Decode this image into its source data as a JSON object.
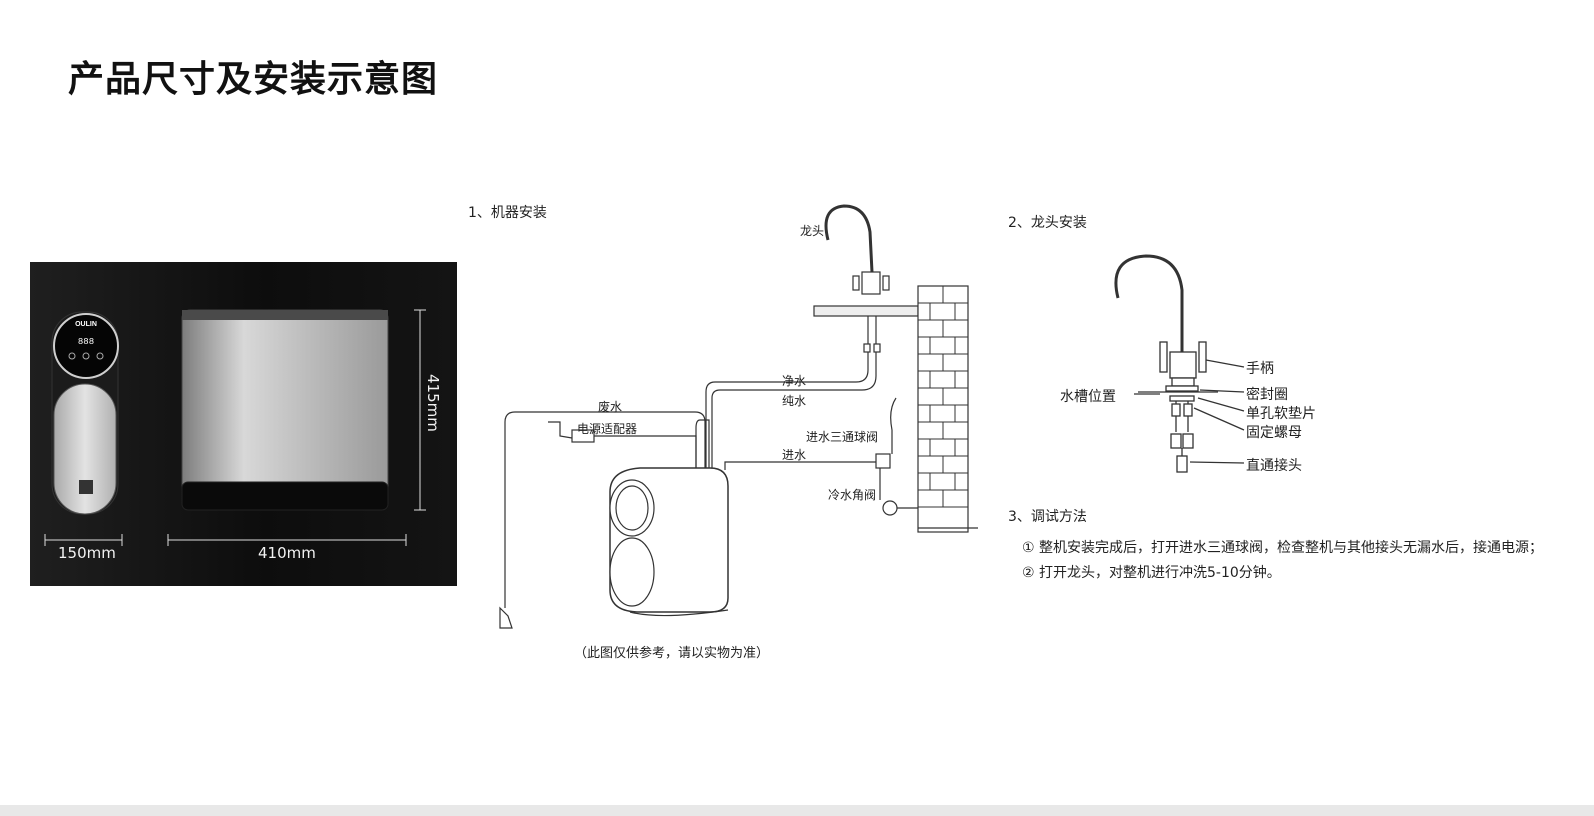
{
  "title": "产品尺寸及安装示意图",
  "product": {
    "brand": "OULIN",
    "display_digits": "888",
    "dimensions": {
      "height": "415mm",
      "depth": "150mm",
      "width": "410mm"
    }
  },
  "install_machine": {
    "heading": "1、机器安装",
    "labels": {
      "faucet": "龙头",
      "pure_water": "净水",
      "purified_water": "纯水",
      "waste_water": "废水",
      "power_adapter": "电源适配器",
      "inlet_valve": "进水三通球阀",
      "inlet": "进水",
      "angle_valve": "冷水角阀"
    },
    "note": "（此图仅供参考，请以实物为准）"
  },
  "install_faucet": {
    "heading": "2、龙头安装",
    "labels": {
      "handle": "手柄",
      "sink_position": "水槽位置",
      "seal_ring": "密封圈",
      "gasket": "单孔软垫片",
      "nut": "固定螺母",
      "connector": "直通接头"
    }
  },
  "debug": {
    "heading": "3、调试方法",
    "steps": [
      "① 整机安装完成后，打开进水三通球阀，检查整机与其他接头无漏水后，接通电源；",
      "② 打开龙头，对整机进行冲洗5-10分钟。"
    ]
  },
  "colors": {
    "panel": "#111111",
    "line": "#333333",
    "brick": "#444444"
  }
}
